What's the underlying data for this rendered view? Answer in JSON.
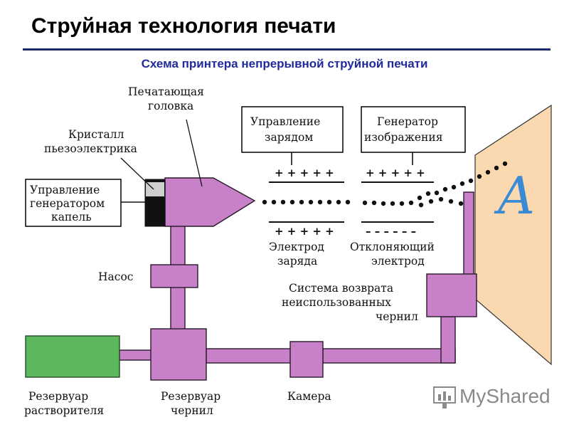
{
  "header": {
    "title": "Струйная технология печати",
    "subtitle": "Схема принтера непрерывной струйной печати"
  },
  "labels": {
    "head_line1": "Печатающая",
    "head_line2": "головка",
    "crystal_line1": "Кристалл",
    "crystal_line2": "пьезоэлектрика",
    "drop_gen_line1": "Управление",
    "drop_gen_line2": "генератором",
    "drop_gen_line3": "капель",
    "charge_ctrl_line1": "Управление",
    "charge_ctrl_line2": "зарядом",
    "image_gen_line1": "Генератор",
    "image_gen_line2": "изображения",
    "charge_electrode_line1": "Электрод",
    "charge_electrode_line2": "заряда",
    "deflect_electrode_line1": "Отклоняющий",
    "deflect_electrode_line2": "электрод",
    "pump": "Насос",
    "return_line1": "Система возврата",
    "return_line2": "неиспользованных",
    "return_line3": "чернил",
    "solvent_line1": "Резервуар",
    "solvent_line2": "растворителя",
    "ink_tank_line1": "Резервуар",
    "ink_tank_line2": "чернил",
    "chamber": "Камера",
    "paper_letter": "A"
  },
  "electrodes": {
    "charge_top": "+ + + + +",
    "charge_bottom": "+ + + + +",
    "deflect_top": "+ + + + +",
    "deflect_bottom": "– – – – – –"
  },
  "watermark": {
    "text": "MyShared",
    "icon": "myshared-logo-icon"
  },
  "colors": {
    "ink": "#c880c8",
    "paper": "#fbd9b0",
    "letter": "#3a8ad6",
    "title_rule": "#1f2a6b",
    "subtitle": "#1f2a9b",
    "solvent": "#5cb85c"
  }
}
